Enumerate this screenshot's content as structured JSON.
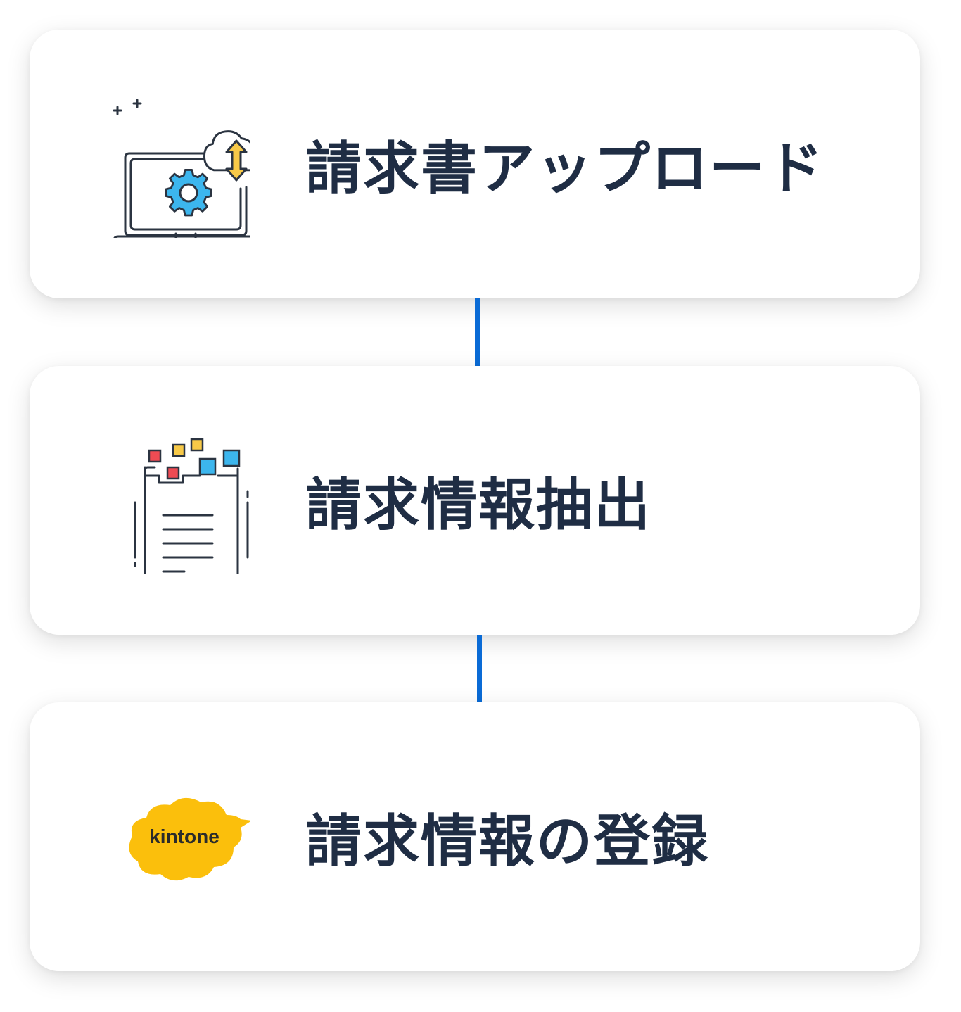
{
  "steps": [
    {
      "label": "請求書アップロード",
      "icon": "laptop-cloud-upload-icon"
    },
    {
      "label": "請求情報抽出",
      "icon": "document-extract-icon"
    },
    {
      "label": "請求情報の登録",
      "icon": "kintone-logo"
    }
  ],
  "kintone_logo_text": "kintone",
  "colors": {
    "text": "#1f2d44",
    "connector": "#0a6bd6",
    "icon_stroke": "#2b3441",
    "gear_blue": "#3cb6ee",
    "arrow_yellow": "#f7c948",
    "square_red": "#ee4b53",
    "kintone_yellow": "#fbbf0c"
  }
}
